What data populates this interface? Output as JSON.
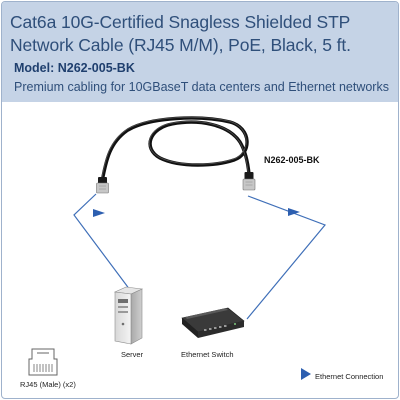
{
  "header": {
    "title_line_1": "Cat6a 10G-Certified Snagless Shielded STP",
    "title_line_2": "Network Cable (RJ45 M/M), PoE, Black, 5 ft.",
    "model": "Model: N262-005-BK",
    "description": "Premium cabling for 10GBaseT data centers and Ethernet networks"
  },
  "diagram": {
    "part_label": "N262-005-BK",
    "server_label": "Server",
    "switch_label": "Ethernet Switch",
    "rj45_label": "RJ45 (Male) (x2)",
    "legend_label": "Ethernet Connection"
  },
  "icons": {
    "cable": "ethernet-cable-icon",
    "server": "server-icon",
    "switch": "ethernet-switch-icon",
    "rj45": "rj45-connector-icon",
    "legend": "arrow-triangle-icon"
  },
  "colors": {
    "header_bg": "#c5d3e6",
    "title_text": "#2f4f7a",
    "connection_line": "#3f6fb8",
    "cable": "#1a1a1a"
  }
}
